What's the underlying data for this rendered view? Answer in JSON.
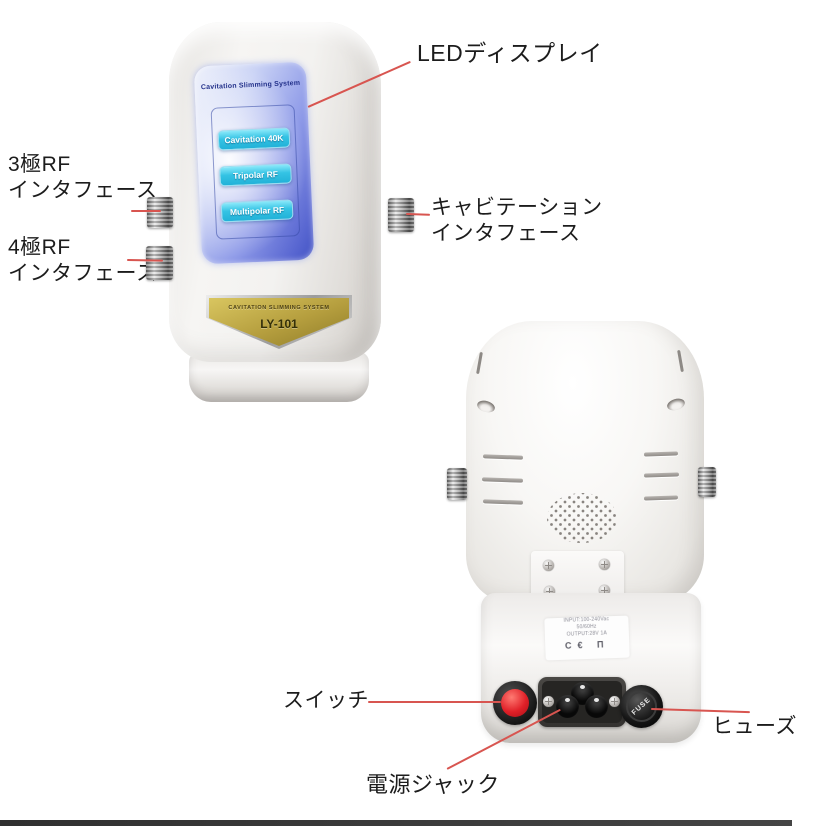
{
  "annotations": {
    "led_display": "LEDディスプレイ",
    "rf3": {
      "line1": "3極RF",
      "line2": "インタフェース"
    },
    "rf4": {
      "line1": "4極RF",
      "line2": "インタフェース"
    },
    "cavitation": {
      "line1": "キャビテーション",
      "line2": "インタフェース"
    },
    "switch": "スイッチ",
    "power_jack": "電源ジャック",
    "fuse": "ヒューズ"
  },
  "front_device": {
    "screen_header": "Cavitation Slimming System",
    "screen_buttons": [
      {
        "label": "Cavitation 40K"
      },
      {
        "label": "Tripolar RF"
      },
      {
        "label": "Multipolar RF"
      }
    ],
    "badge": {
      "title": "CAVITATION SLIMMING SYSTEM",
      "model": "LY-101"
    }
  },
  "back_device": {
    "rating_label": {
      "line1": "INPUT:100-240Vac",
      "line2": "50/60Hz",
      "line3": "OUTPUT:28V  1A",
      "marks": "C€ Π"
    },
    "fuse_cap_text": "FUSE"
  },
  "colors": {
    "annotation_line": "#d85550",
    "screen_button_cyan": "#34c3e4",
    "badge_gold": "#b59e3e",
    "switch_red": "#e02028"
  }
}
